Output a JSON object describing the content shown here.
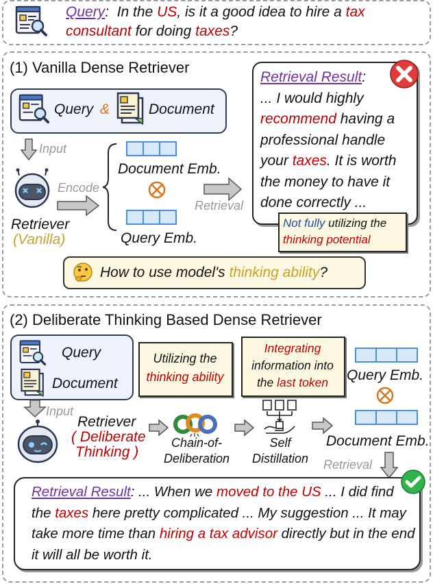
{
  "query": {
    "label": "Query",
    "text1": "In the ",
    "us": "US",
    "text2": ", is it a good idea to hire a ",
    "tax": "tax",
    "consultant": "consultant",
    "text3": " for doing ",
    "taxes": "taxes",
    "text4": "?"
  },
  "panel1": {
    "title": "(1) Vanilla Dense Retriever",
    "query_word": "Query",
    "amp": "&",
    "document_word": "Document",
    "input_label": "Input",
    "encode_label": "Encode",
    "retriever_label": "Retriever",
    "retriever_sub": "(Vanilla)",
    "doc_emb": "Document Emb.",
    "query_emb": "Query Emb.",
    "retrieval_label": "Retrieval",
    "result_title": "Retrieval Result",
    "result_colon": ":",
    "result_parts": [
      "... I would highly ",
      "recommend",
      " having a professional handle your ",
      "taxes",
      ". It is worth the money to have it done correctly ..."
    ],
    "note_part1": "Not fully",
    "note_part2": " utilizing the ",
    "note_part3": "thinking potential",
    "question_part1": "How to use model's ",
    "question_part2": "thinking ability",
    "question_part3": "?"
  },
  "panel2": {
    "title": "(2) Deliberate Thinking Based Dense Retriever",
    "query_word": "Query",
    "document_word": "Document",
    "input_label": "Input",
    "retriever_label": "Retriever",
    "retriever_sub1": "( Deliberate",
    "retriever_sub2": "Thinking )",
    "note1_part1": "Utilizing the",
    "note1_part2": "thinking ability",
    "note2_part1": "Integrating",
    "note2_part2": "information into",
    "note2_part3": "the ",
    "note2_part4": "last token",
    "query_emb": "Query Emb.",
    "doc_emb": "Document Emb.",
    "cod_line1": "Chain-of-",
    "cod_line2": "Deliberation",
    "sd_line1": "Self",
    "sd_line2": "Distillation",
    "retrieval_label": "Retrieval",
    "result_title": "Retrieval Result",
    "result_parts": [
      ": ... When we ",
      "moved to the US",
      " ... I did find the ",
      "taxes",
      " here pretty complicated ... My suggestion ... It may take more time than ",
      "hiring a tax advisor",
      " directly but in the end it will all be worth it."
    ]
  },
  "colors": {
    "accent_red": "#c00000",
    "accent_purple": "#7030a0",
    "accent_gold": "#c9a227",
    "emb_blue": "#4a90d9",
    "note_bg": "#fdf8e1",
    "success_green": "#2fb34a",
    "fail_red": "#e23b3b"
  }
}
